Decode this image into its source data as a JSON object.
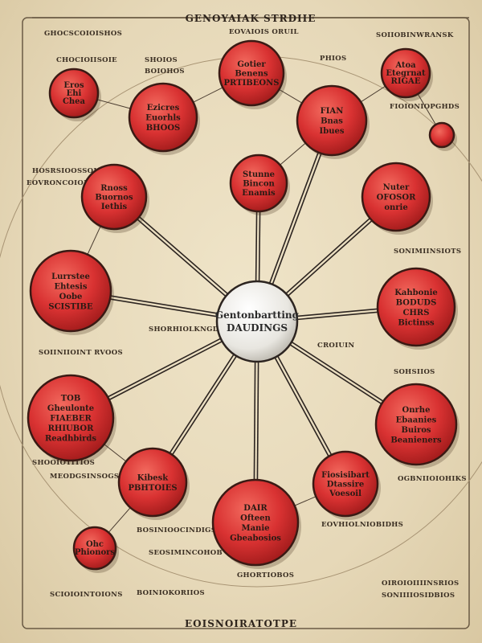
{
  "title": "GENOYAIAK STRDIIE",
  "footer": "EOISNOIRATOTPE",
  "hub": {
    "lines": [
      "Gentonbartting",
      "DAUDINGS"
    ]
  },
  "nodes": [
    {
      "id": "n1",
      "lines": [
        "Eros",
        "Ehi",
        "Chea"
      ]
    },
    {
      "id": "n2",
      "lines": [
        "Ezicres",
        "Euorhls",
        "BHOOS"
      ]
    },
    {
      "id": "n3",
      "lines": [
        "Gotier",
        "Benens",
        "PRTIBEONS"
      ]
    },
    {
      "id": "n4",
      "lines": [
        "Atoa",
        "Etegrnat",
        "RIGAE"
      ]
    },
    {
      "id": "n5",
      "lines": [
        "FIAN",
        "Bnas",
        "Ibues"
      ]
    },
    {
      "id": "n6",
      "lines": [
        "Rnoss",
        "Buornos",
        "Iethis"
      ]
    },
    {
      "id": "n7",
      "lines": [
        "Stunne",
        "Bincon",
        "Enamis"
      ]
    },
    {
      "id": "n8",
      "lines": [
        "Nuter",
        "OFOSOR",
        "onrie"
      ]
    },
    {
      "id": "n9",
      "lines": [
        "Lurrstee",
        "Ehtesis",
        "Oobe",
        "SCISTIBE"
      ]
    },
    {
      "id": "n10",
      "lines": [
        "Kahbonie",
        "BODUDS",
        "CHRS",
        "Bictinss"
      ]
    },
    {
      "id": "n11",
      "lines": [
        "TOB",
        "Gheulonte",
        "FIAEBER",
        "RHIUBOR",
        "Readhbirds"
      ]
    },
    {
      "id": "n12",
      "lines": [
        "Onrhe",
        "Ebaanies",
        "Buiros",
        "Beanieners"
      ]
    },
    {
      "id": "n13",
      "lines": [
        "Kibesk",
        "PBHTOIES"
      ]
    },
    {
      "id": "n14",
      "lines": [
        "DAIR",
        "Ofteen",
        "Manie",
        "Gbeabosios"
      ]
    },
    {
      "id": "n15",
      "lines": [
        "Fiosisibart",
        "Dtassire",
        "Voesoil"
      ]
    },
    {
      "id": "n16",
      "lines": [
        "Ohc",
        "Phionors"
      ]
    },
    {
      "id": "n17",
      "lines": []
    }
  ],
  "annotations": [
    {
      "id": "a1",
      "text": "GHOCSCOIOISHOS"
    },
    {
      "id": "a2",
      "text": "EOVAIOIS ORUIL"
    },
    {
      "id": "a3",
      "text": "SOIIOBINWRANSK"
    },
    {
      "id": "a4",
      "text": "SHOIOS"
    },
    {
      "id": "a5",
      "text": "BOIOHOS"
    },
    {
      "id": "a6",
      "text": "PHIOS"
    },
    {
      "id": "a7",
      "text": "FIOIONIOPGHDS"
    },
    {
      "id": "a8",
      "text": "CHOCIOIISOIE"
    },
    {
      "id": "a9",
      "text": "HOSRSIOOSSOIOE"
    },
    {
      "id": "a10",
      "text": "EOVRONCOIOB SHBDE"
    },
    {
      "id": "a11",
      "text": "SOIINIIOINT RVOOS"
    },
    {
      "id": "a12",
      "text": "CROIUIN"
    },
    {
      "id": "a13",
      "text": "SOHSIIOS"
    },
    {
      "id": "a14",
      "text": "SHORHIOLKNGD"
    },
    {
      "id": "a15",
      "text": "SHOOIOTITIOS"
    },
    {
      "id": "a16",
      "text": "MEODGSINSOGS"
    },
    {
      "id": "a17",
      "text": "OGBNIIOIOHIKS"
    },
    {
      "id": "a18",
      "text": "EOVHIOLNIOBIDHS"
    },
    {
      "id": "a19",
      "text": "BOSINIOOCINDIGS"
    },
    {
      "id": "a20",
      "text": "SEOSIMINCOHOB"
    },
    {
      "id": "a21",
      "text": "SCIOIOINTOIONS"
    },
    {
      "id": "a22",
      "text": "BOINIOKORIIOS"
    },
    {
      "id": "a23",
      "text": "GHORTIOBOS"
    },
    {
      "id": "a24",
      "text": "OIROIOIIIINSRIOS"
    },
    {
      "id": "a25",
      "text": "SONIIIIOSIDBIOS"
    },
    {
      "id": "a26",
      "text": "SONIMIINSIOTS"
    }
  ],
  "colors": {
    "node_fill": "#d93232",
    "node_stroke": "#3a1a14",
    "hub_fill": "#f2f0ea",
    "spoke": "#2c2420",
    "background": "#e8dcc0"
  }
}
